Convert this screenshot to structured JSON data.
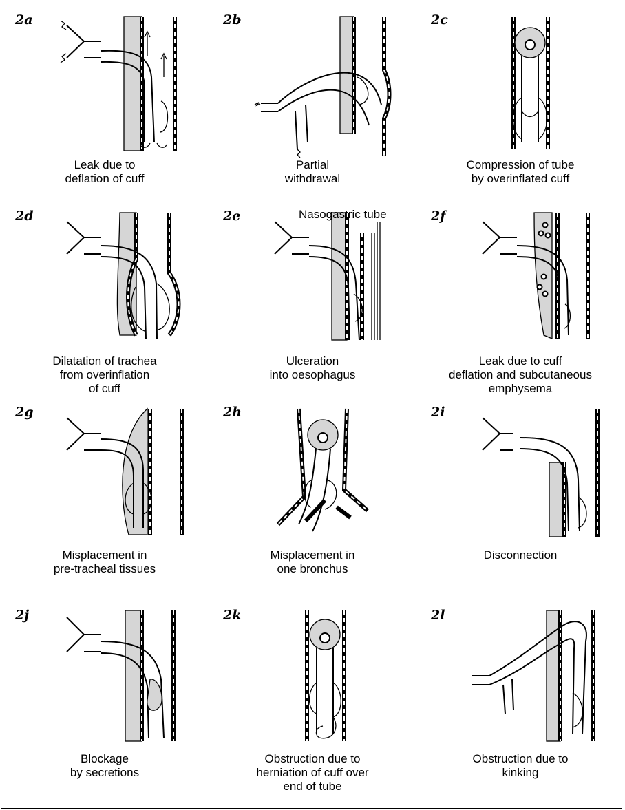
{
  "panels": [
    {
      "id": "2a",
      "caption": "Leak due to\ndeflation of cuff"
    },
    {
      "id": "2b",
      "caption": "Partial\nwithdrawal"
    },
    {
      "id": "2c",
      "caption": "Compression of tube\nby overinflated cuff"
    },
    {
      "id": "2d",
      "caption": "Dilatation of trachea\nfrom overinflation\nof cuff"
    },
    {
      "id": "2e",
      "caption": "Ulceration\ninto oesophagus",
      "label": "Nasogastric tube"
    },
    {
      "id": "2f",
      "caption": "Leak due to cuff\ndeflation and subcutaneous\nemphysema"
    },
    {
      "id": "2g",
      "caption": "Misplacement in\npre-tracheal tissues"
    },
    {
      "id": "2h",
      "caption": "Misplacement in\none bronchus"
    },
    {
      "id": "2i",
      "caption": "Disconnection"
    },
    {
      "id": "2j",
      "caption": "Blockage\nby secretions"
    },
    {
      "id": "2k",
      "caption": "Obstruction due to\nherniation of cuff over\nend of tube"
    },
    {
      "id": "2l",
      "caption": "Obstruction due to\nkinking"
    }
  ]
}
